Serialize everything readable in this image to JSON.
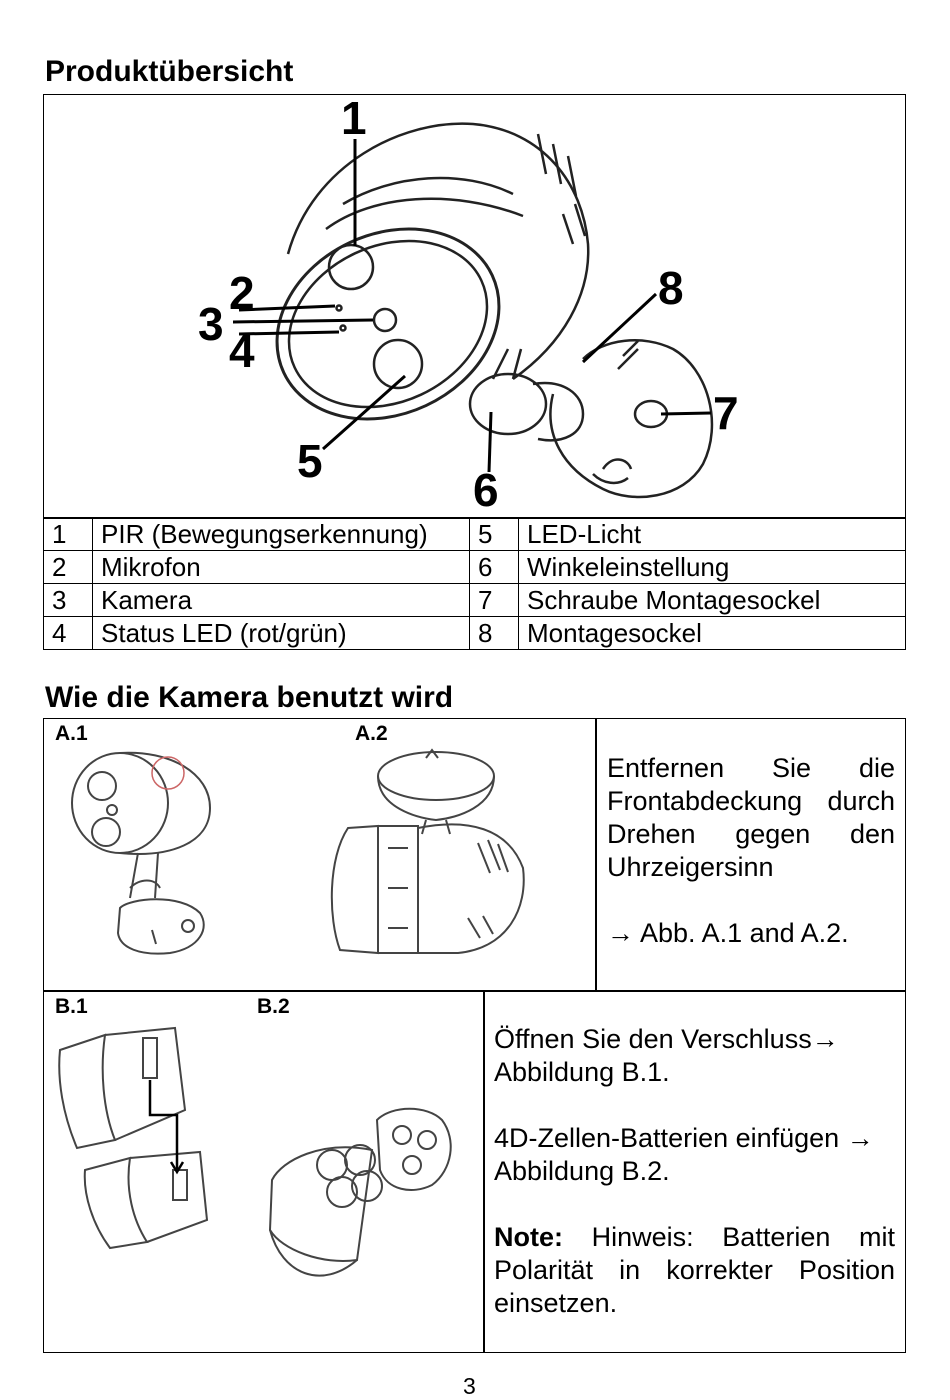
{
  "section1": {
    "title": "Produktübersicht",
    "callouts": [
      "1",
      "2",
      "3",
      "4",
      "5",
      "6",
      "7",
      "8"
    ],
    "legend": [
      {
        "n1": "1",
        "t1": "PIR (Bewegungserkennung)",
        "n2": "5",
        "t2": "LED-Licht"
      },
      {
        "n1": "2",
        "t1": "Mikrofon",
        "n2": "6",
        "t2": "Winkeleinstellung"
      },
      {
        "n1": "3",
        "t1": "Kamera",
        "n2": "7",
        "t2": "Schraube Montagesockel"
      },
      {
        "n1": "4",
        "t1": "Status LED (rot/grün)",
        "n2": "8",
        "t2": "Montagesockel"
      }
    ]
  },
  "section2": {
    "title": "Wie die Kamera benutzt wird",
    "a": {
      "label1": "A.1",
      "label2": "A.2",
      "text1": "Entfernen Sie die Frontabdeckung durch Drehen gegen den Uhrzeigersinn",
      "arrow": "→",
      "text2": "Abb. A.1 and A.2."
    },
    "b": {
      "label1": "B.1",
      "label2": "B.2",
      "p1": "Öffnen Sie den Verschluss",
      "p1_arrow": "→",
      "p1b": "Abbildung B.1.",
      "p2": "4D-Zellen-Batterien einfügen",
      "p2_arrow": "→",
      "p2b": "Abbildung B.2.",
      "note_label": "Note:",
      "note_text": "Hinweis: Batterien mit Polarität in korrekter Position einsetzen."
    }
  },
  "page_number": "3"
}
